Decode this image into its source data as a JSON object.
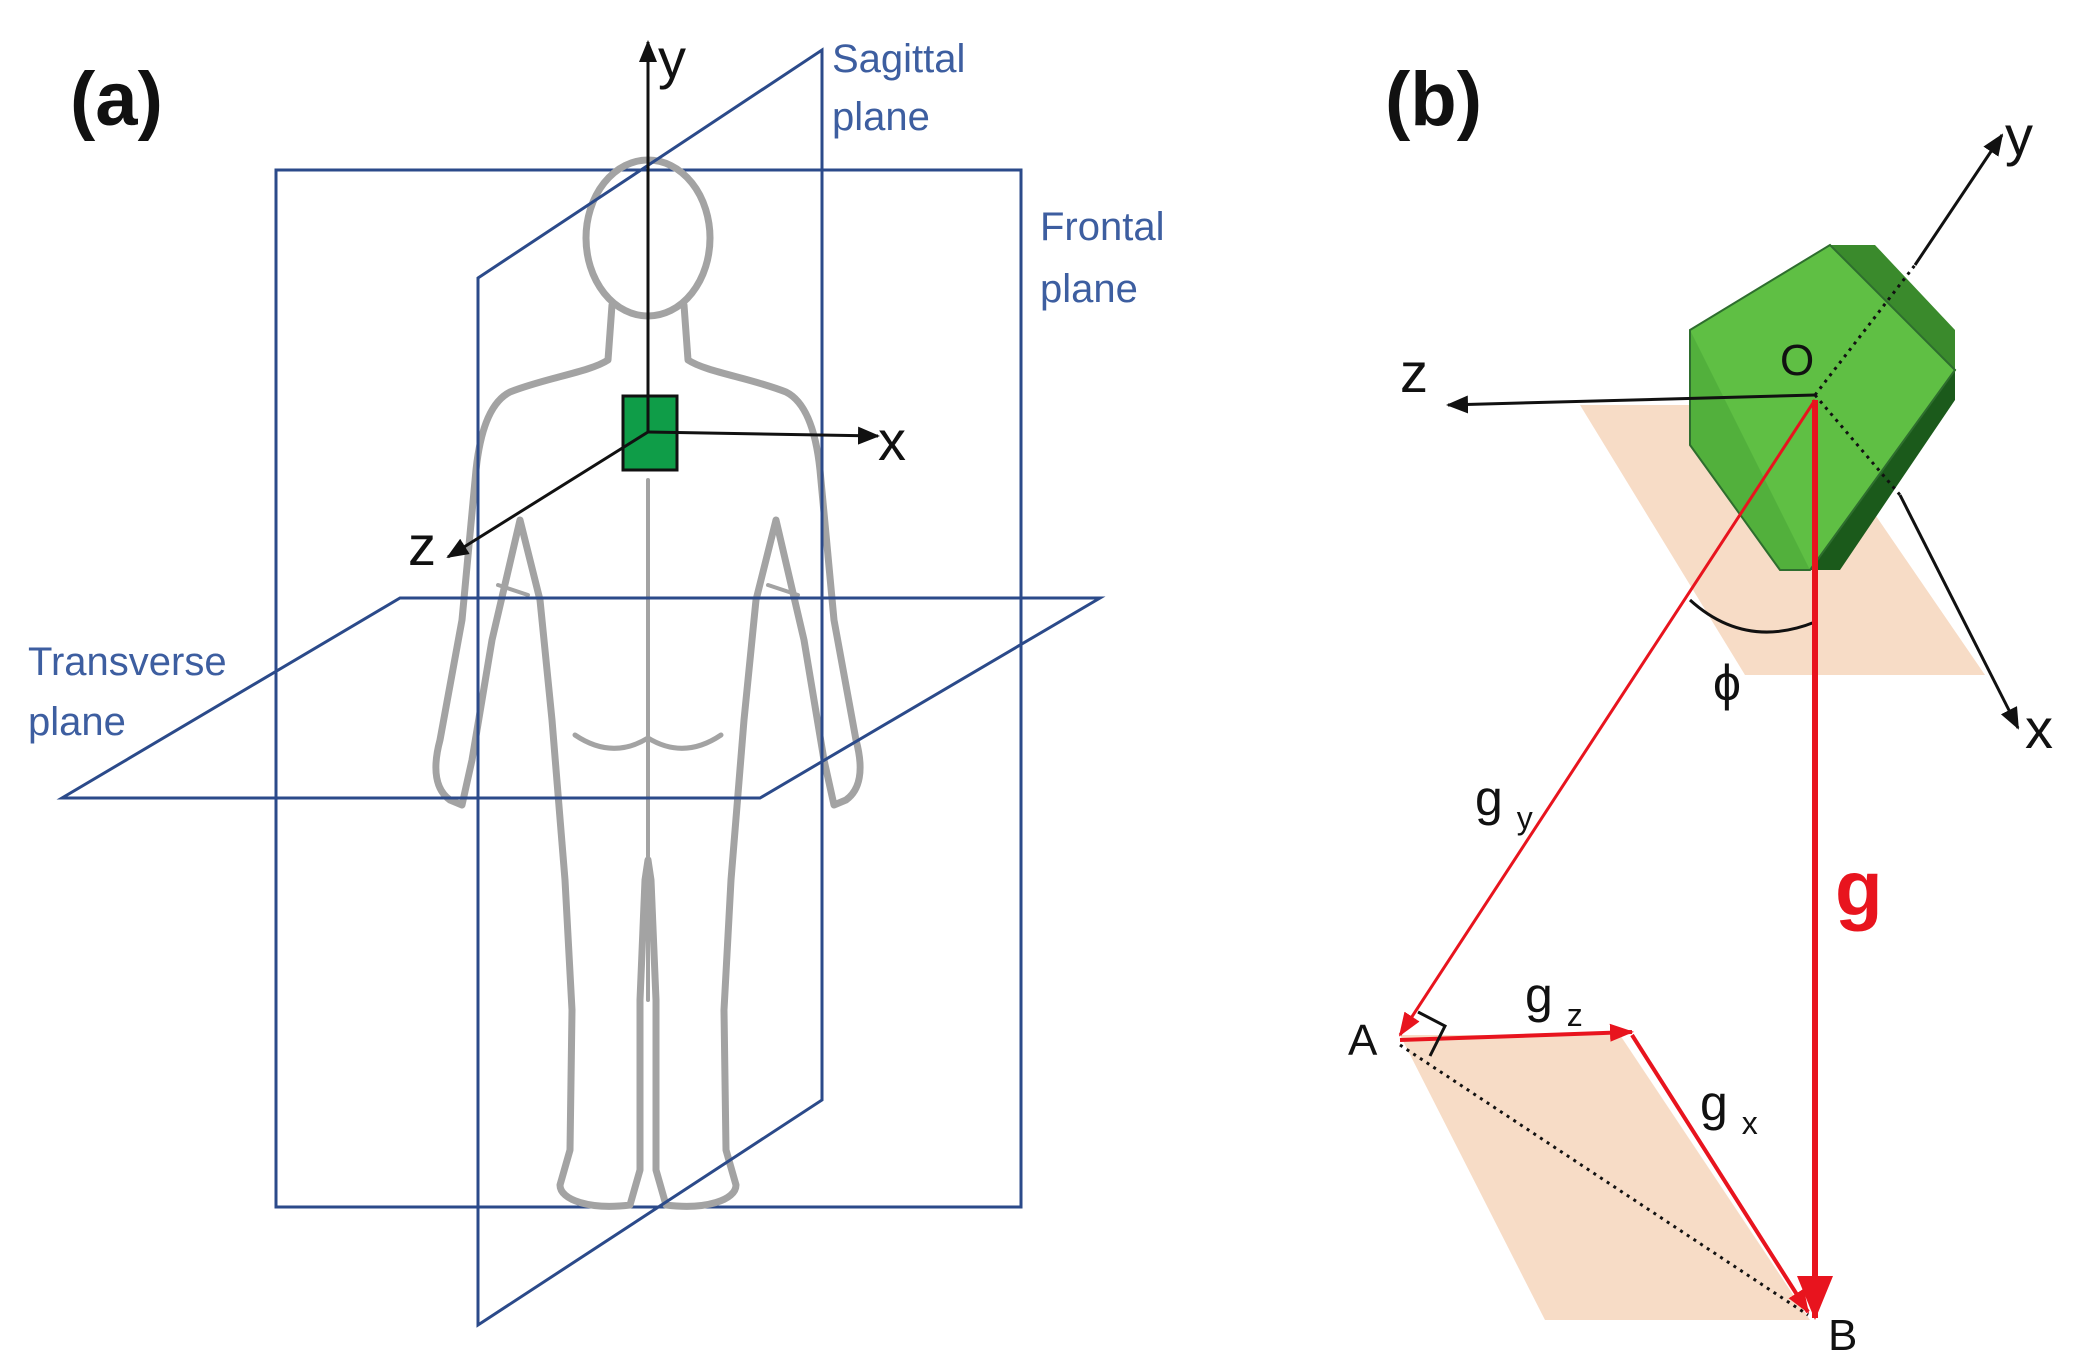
{
  "panel_a": {
    "label": "(a)",
    "planes": {
      "sagittal": [
        "Sagittal",
        "plane"
      ],
      "frontal": [
        "Frontal",
        "plane"
      ],
      "transverse": [
        "Transverse",
        "plane"
      ]
    },
    "axes": {
      "y": "y",
      "x": "x",
      "z": "z"
    }
  },
  "panel_b": {
    "label": "(b)",
    "axes": {
      "y": "y",
      "x": "x",
      "z": "z"
    },
    "points": {
      "origin": "O",
      "a": "A",
      "b": "B"
    },
    "vectors": {
      "g": "g",
      "gy": {
        "base": "g",
        "sub": "y"
      },
      "gz": {
        "base": "g",
        "sub": "z"
      },
      "gx": {
        "base": "g",
        "sub": "x"
      }
    },
    "angle": "ϕ"
  },
  "colors": {
    "plane_outline": "#2b4a8a",
    "plane_label": "#3d5ea0",
    "sensor_green": "#0f9d48",
    "gravity_red": "#e8141e",
    "shadow_peach": "#f7dcc6",
    "body_outline": "#a3a3a3"
  }
}
